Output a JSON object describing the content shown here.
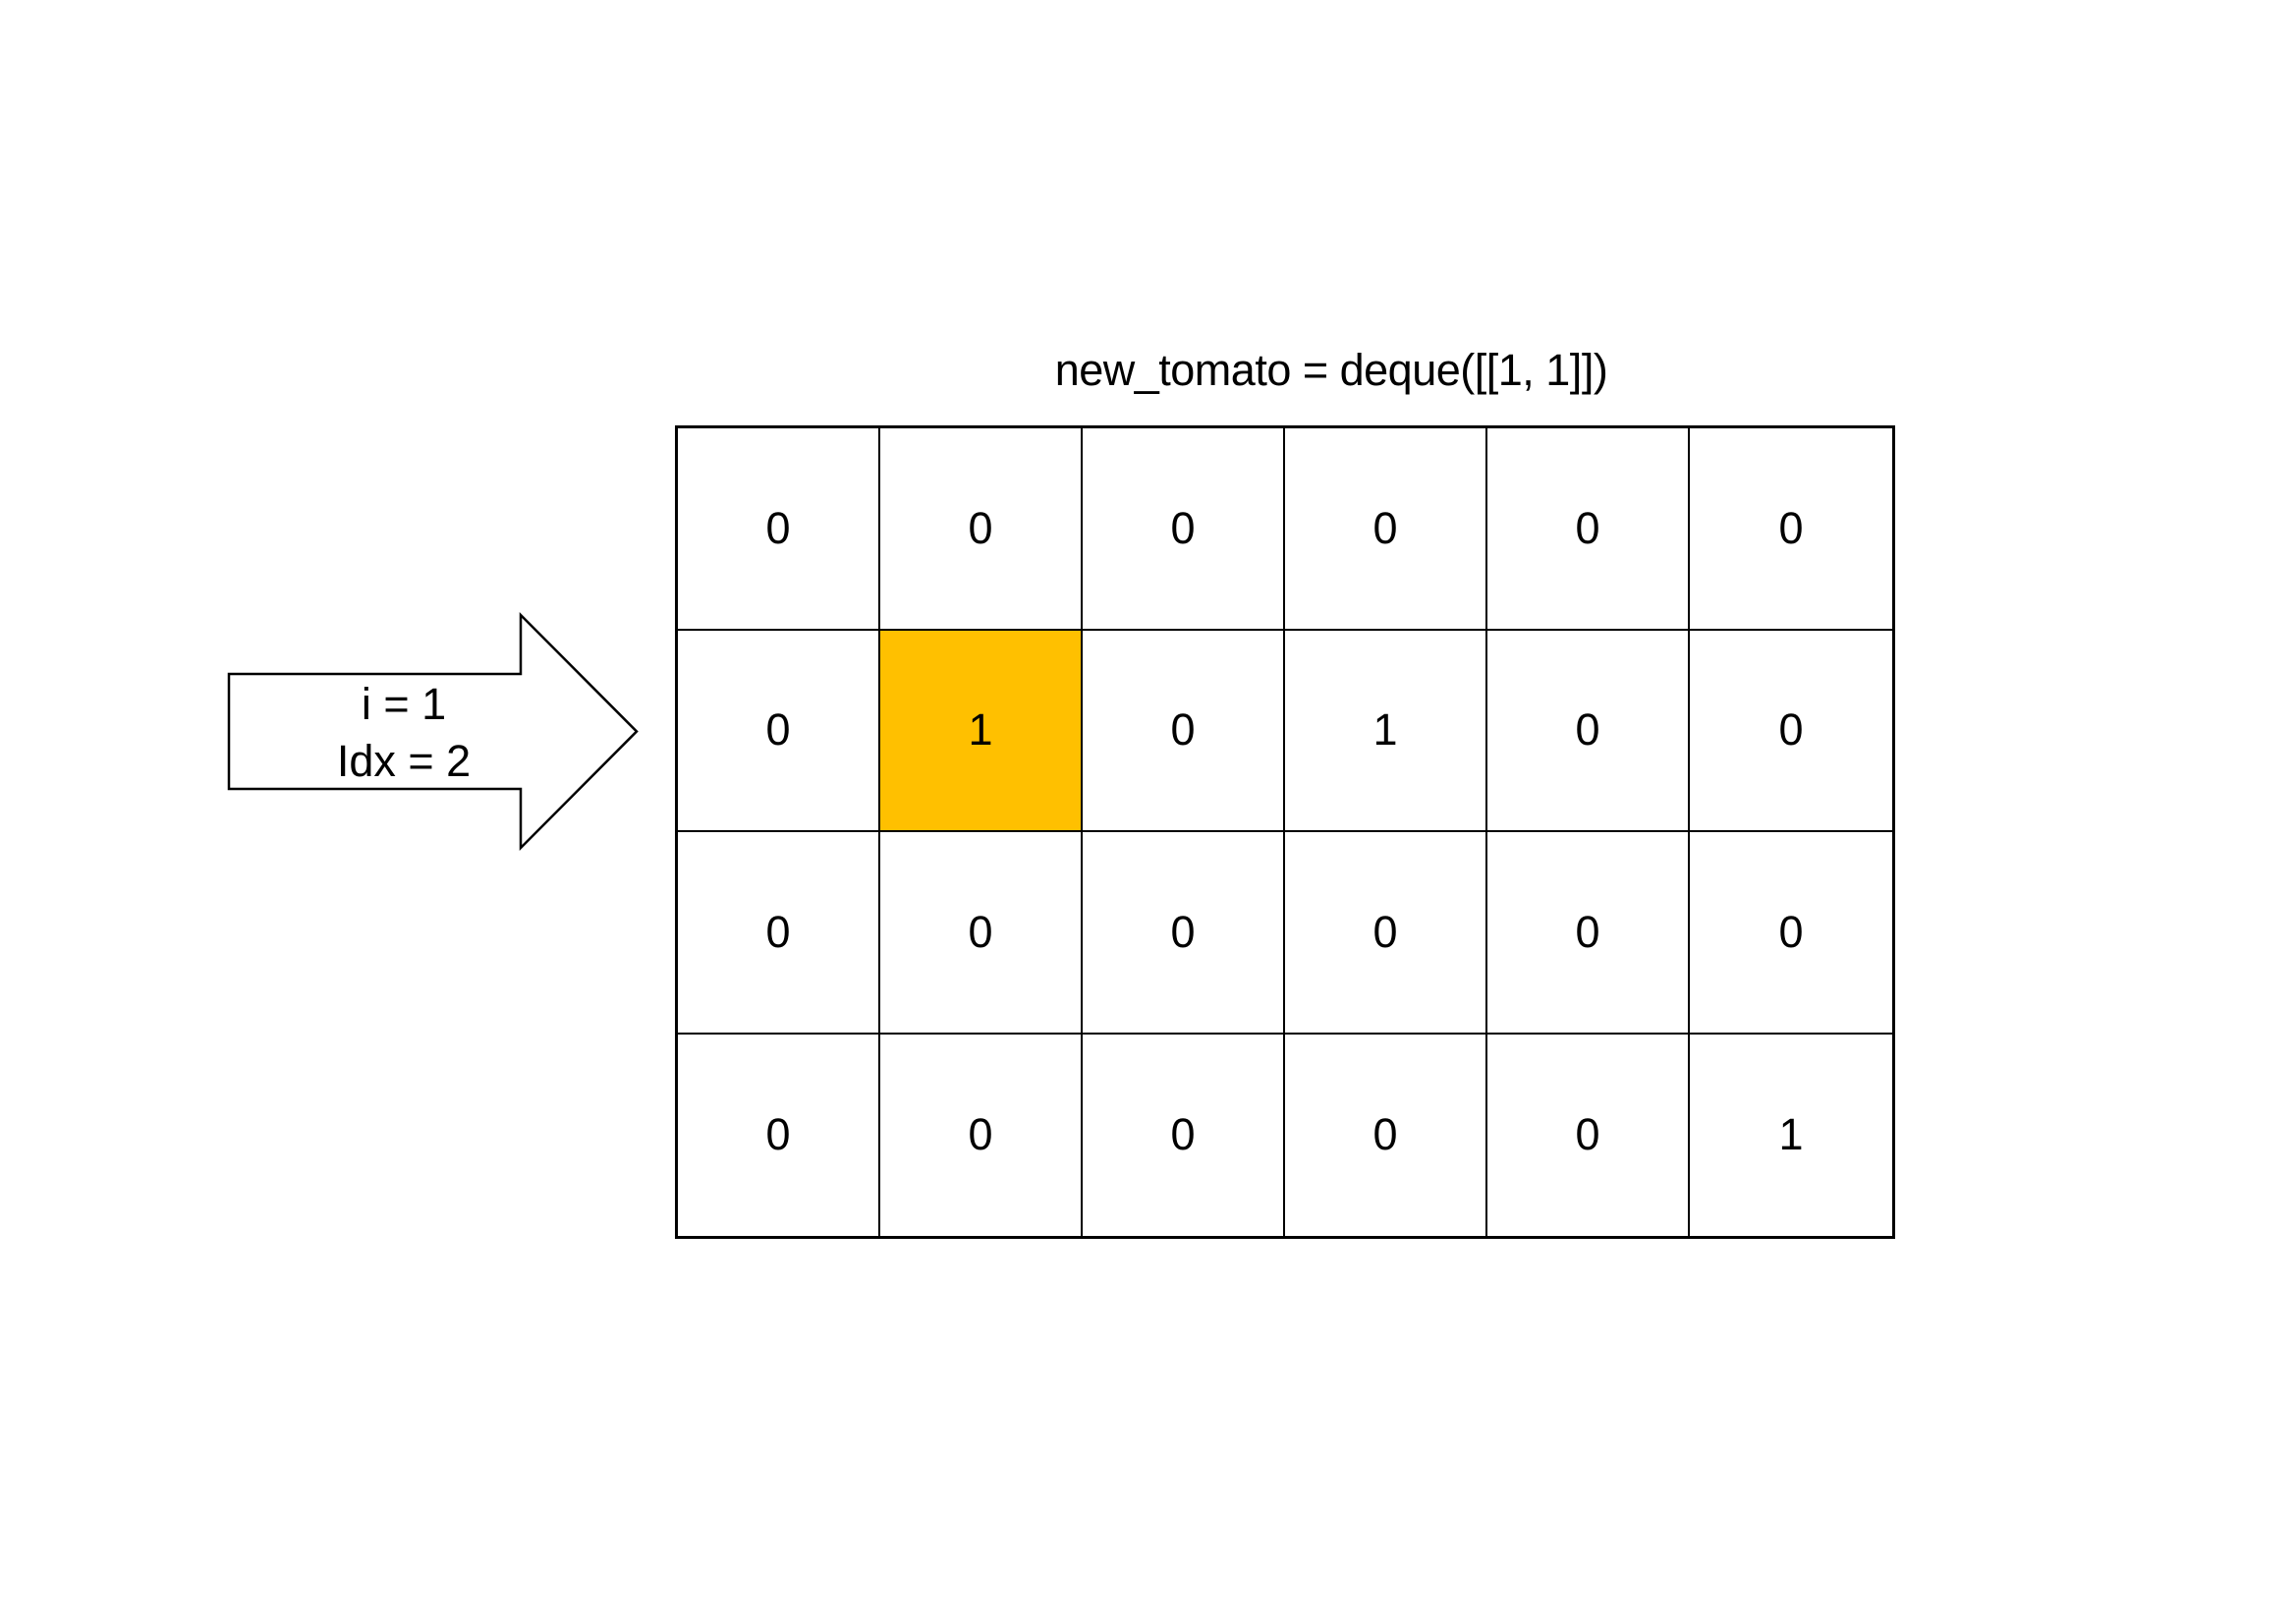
{
  "title": "new_tomato = deque([[1, 1]])",
  "arrow": {
    "line1": "i = 1",
    "line2": "Idx = 2"
  },
  "grid": {
    "rows": 4,
    "cols": 6,
    "cells": [
      [
        "0",
        "0",
        "0",
        "0",
        "0",
        "0"
      ],
      [
        "0",
        "1",
        "0",
        "1",
        "0",
        "0"
      ],
      [
        "0",
        "0",
        "0",
        "0",
        "0",
        "0"
      ],
      [
        "0",
        "0",
        "0",
        "0",
        "0",
        "1"
      ]
    ],
    "highlighted_cell": {
      "row": 1,
      "col": 1
    }
  },
  "colors": {
    "highlight": "#FFC000",
    "line": "#000000",
    "text": "#000000",
    "background": "#FFFFFF"
  }
}
